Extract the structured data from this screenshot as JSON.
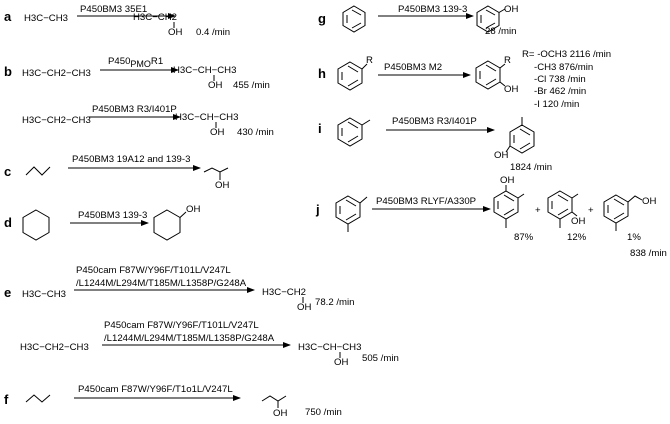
{
  "scheme": {
    "reactions": [
      {
        "id": "a",
        "label": "a",
        "substrate": "H3C−CH3",
        "enzyme": "P450BM3 35E1",
        "product": "H3C−CH2",
        "oh": "OH",
        "rate": "0.4 /min"
      },
      {
        "id": "b1",
        "label": "b",
        "substrate": "H3C−CH2−CH3",
        "enzyme_pre": "P450",
        "enzyme_sub": "PMO",
        "enzyme_post": "R1",
        "product": "H3C−CH−CH3",
        "oh": "OH",
        "rate": "455 /min"
      },
      {
        "id": "b2",
        "substrate": "H3C−CH2−CH3",
        "enzyme": "P450BM3 R3/I401P",
        "product": "H3C−CH−CH3",
        "oh": "OH",
        "rate": "430 /min"
      },
      {
        "id": "c",
        "label": "c",
        "enzyme": "P450BM3 19A12 and 139-3",
        "oh": "OH"
      },
      {
        "id": "d",
        "label": "d",
        "enzyme": "P450BM3 139-3",
        "oh": "OH"
      },
      {
        "id": "e1",
        "label": "e",
        "substrate": "H3C−CH3",
        "enzyme_line1": "P450cam F87W/Y96F/T101L/V247L",
        "enzyme_line2": "/L1244M/L294M/T185M/L1358P/G248A",
        "product": "H3C−CH2",
        "oh": "OH",
        "rate": "78.2 /min"
      },
      {
        "id": "e2",
        "substrate": "H3C−CH2−CH3",
        "enzyme_line1": "P450cam F87W/Y96F/T101L/V247L",
        "enzyme_line2": "/L1244M/L294M/T185M/L1358P/G248A",
        "product": "H3C−CH−CH3",
        "oh": "OH",
        "rate": "505 /min"
      },
      {
        "id": "f",
        "label": "f",
        "enzyme": "P450cam F87W/Y96F/T1o1L/V247L",
        "oh": "OH",
        "rate": "750 /min"
      },
      {
        "id": "g",
        "label": "g",
        "enzyme": "P450BM3 139-3",
        "oh": "OH",
        "rate": "28 /min"
      },
      {
        "id": "h",
        "label": "h",
        "enzyme": "P450BM3 M2",
        "r": "R",
        "oh": "OH",
        "rates": [
          "R= -OCH3 2116 /min",
          "-CH3  876/min",
          "-Cl     738 /min",
          "-Br     462 /min",
          "-I       120 /min"
        ]
      },
      {
        "id": "i",
        "label": "i",
        "enzyme": "P450BM3 R3/I401P",
        "oh": "OH",
        "rate": "1824 /min"
      },
      {
        "id": "j",
        "label": "j",
        "enzyme": "P450BM3 RLYF/A330P",
        "oh": "OH",
        "plus": "+",
        "yields": [
          "87%",
          "12%",
          "1%"
        ],
        "rate": "838 /min"
      }
    ]
  }
}
